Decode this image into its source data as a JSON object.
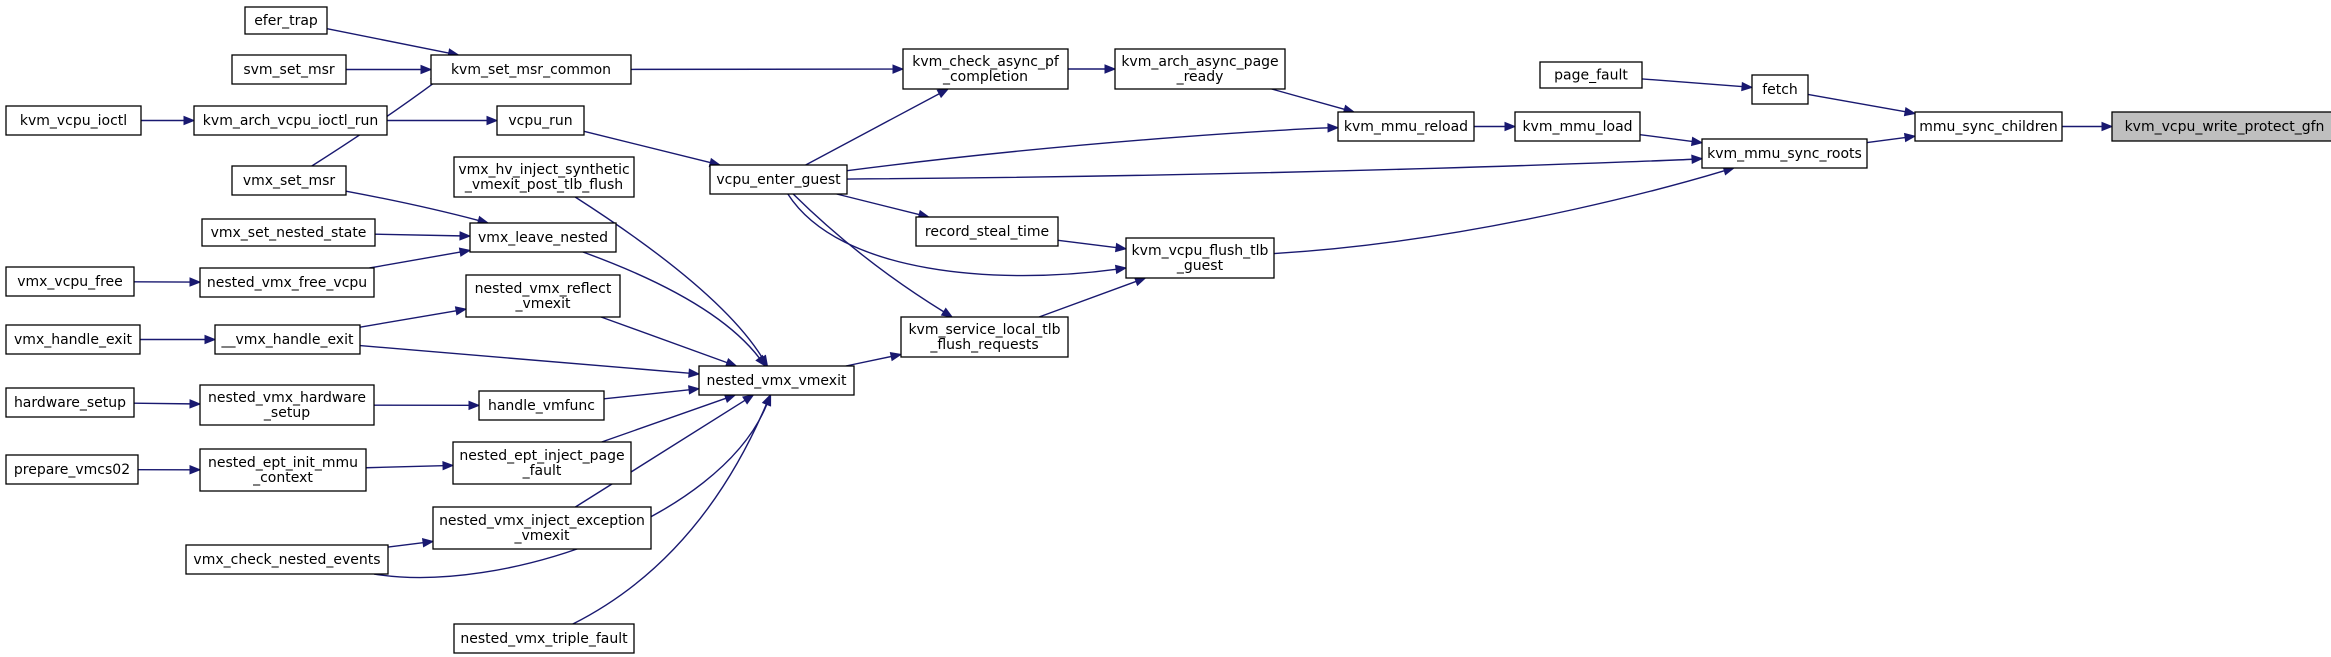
{
  "diagram": {
    "nodes": [
      {
        "id": "n0",
        "lines": [
          "kvm_vcpu_write_protect_gfn"
        ],
        "root": true
      },
      {
        "id": "n1",
        "lines": [
          "mmu_sync_children"
        ]
      },
      {
        "id": "n2",
        "lines": [
          "fetch"
        ]
      },
      {
        "id": "n3",
        "lines": [
          "page_fault"
        ]
      },
      {
        "id": "n4",
        "lines": [
          "kvm_mmu_sync_roots"
        ]
      },
      {
        "id": "n5",
        "lines": [
          "kvm_mmu_load"
        ]
      },
      {
        "id": "n6",
        "lines": [
          "kvm_mmu_reload"
        ]
      },
      {
        "id": "n7",
        "lines": [
          "kvm_arch_async_page",
          "_ready"
        ]
      },
      {
        "id": "n8",
        "lines": [
          "kvm_check_async_pf",
          "_completion"
        ]
      },
      {
        "id": "n9",
        "lines": [
          "kvm_set_msr_common"
        ]
      },
      {
        "id": "n10",
        "lines": [
          "efer_trap"
        ]
      },
      {
        "id": "n11",
        "lines": [
          "svm_set_msr"
        ]
      },
      {
        "id": "n12",
        "lines": [
          "vmx_set_msr"
        ]
      },
      {
        "id": "n13",
        "lines": [
          "vcpu_enter_guest"
        ]
      },
      {
        "id": "n14",
        "lines": [
          "vcpu_run"
        ]
      },
      {
        "id": "n15",
        "lines": [
          "kvm_arch_vcpu_ioctl_run"
        ]
      },
      {
        "id": "n16",
        "lines": [
          "kvm_vcpu_ioctl"
        ]
      },
      {
        "id": "n17",
        "lines": [
          "kvm_vcpu_flush_tlb",
          "_guest"
        ]
      },
      {
        "id": "n18",
        "lines": [
          "record_steal_time"
        ]
      },
      {
        "id": "n19",
        "lines": [
          "kvm_service_local_tlb",
          "_flush_requests"
        ]
      },
      {
        "id": "n20",
        "lines": [
          "nested_vmx_vmexit"
        ]
      },
      {
        "id": "n21",
        "lines": [
          "vmx_hv_inject_synthetic",
          "_vmexit_post_tlb_flush"
        ]
      },
      {
        "id": "n22",
        "lines": [
          "vmx_leave_nested"
        ]
      },
      {
        "id": "n23",
        "lines": [
          "vmx_set_nested_state"
        ]
      },
      {
        "id": "n24",
        "lines": [
          "nested_vmx_free_vcpu"
        ]
      },
      {
        "id": "n25",
        "lines": [
          "vmx_vcpu_free"
        ]
      },
      {
        "id": "n26",
        "lines": [
          "nested_vmx_reflect",
          "_vmexit"
        ]
      },
      {
        "id": "n27",
        "lines": [
          "__vmx_handle_exit"
        ]
      },
      {
        "id": "n28",
        "lines": [
          "vmx_handle_exit"
        ]
      },
      {
        "id": "n29",
        "lines": [
          "handle_vmfunc"
        ]
      },
      {
        "id": "n30",
        "lines": [
          "nested_vmx_hardware",
          "_setup"
        ]
      },
      {
        "id": "n31",
        "lines": [
          "hardware_setup"
        ]
      },
      {
        "id": "n32",
        "lines": [
          "nested_ept_inject_page",
          "_fault"
        ]
      },
      {
        "id": "n33",
        "lines": [
          "nested_ept_init_mmu",
          "_context"
        ]
      },
      {
        "id": "n34",
        "lines": [
          "prepare_vmcs02"
        ]
      },
      {
        "id": "n35",
        "lines": [
          "nested_vmx_inject_exception",
          "_vmexit"
        ]
      },
      {
        "id": "n36",
        "lines": [
          "vmx_check_nested_events"
        ]
      },
      {
        "id": "n37",
        "lines": [
          "nested_vmx_triple_fault"
        ]
      }
    ],
    "edges": [
      {
        "from": "n1",
        "to": "n0"
      },
      {
        "from": "n2",
        "to": "n1"
      },
      {
        "from": "n4",
        "to": "n1"
      },
      {
        "from": "n3",
        "to": "n2"
      },
      {
        "from": "n5",
        "to": "n4"
      },
      {
        "from": "n13",
        "to": "n4"
      },
      {
        "from": "n17",
        "to": "n4"
      },
      {
        "from": "n6",
        "to": "n5"
      },
      {
        "from": "n7",
        "to": "n6"
      },
      {
        "from": "n13",
        "to": "n6"
      },
      {
        "from": "n8",
        "to": "n7"
      },
      {
        "from": "n9",
        "to": "n8"
      },
      {
        "from": "n13",
        "to": "n8"
      },
      {
        "from": "n10",
        "to": "n9"
      },
      {
        "from": "n11",
        "to": "n9"
      },
      {
        "from": "n12",
        "to": "n9"
      },
      {
        "from": "n14",
        "to": "n13"
      },
      {
        "from": "n15",
        "to": "n14"
      },
      {
        "from": "n16",
        "to": "n15"
      },
      {
        "from": "n18",
        "to": "n17"
      },
      {
        "from": "n13",
        "to": "n17"
      },
      {
        "from": "n19",
        "to": "n17"
      },
      {
        "from": "n13",
        "to": "n18"
      },
      {
        "from": "n13",
        "to": "n19"
      },
      {
        "from": "n20",
        "to": "n19"
      },
      {
        "from": "n21",
        "to": "n20"
      },
      {
        "from": "n22",
        "to": "n20"
      },
      {
        "from": "n26",
        "to": "n20"
      },
      {
        "from": "n27",
        "to": "n20"
      },
      {
        "from": "n29",
        "to": "n20"
      },
      {
        "from": "n32",
        "to": "n20"
      },
      {
        "from": "n35",
        "to": "n20"
      },
      {
        "from": "n36",
        "to": "n20"
      },
      {
        "from": "n37",
        "to": "n20"
      },
      {
        "from": "n12",
        "to": "n22"
      },
      {
        "from": "n23",
        "to": "n22"
      },
      {
        "from": "n24",
        "to": "n22"
      },
      {
        "from": "n25",
        "to": "n24"
      },
      {
        "from": "n27",
        "to": "n26"
      },
      {
        "from": "n28",
        "to": "n27"
      },
      {
        "from": "n30",
        "to": "n29"
      },
      {
        "from": "n31",
        "to": "n30"
      },
      {
        "from": "n33",
        "to": "n32"
      },
      {
        "from": "n34",
        "to": "n33"
      },
      {
        "from": "n36",
        "to": "n35"
      }
    ]
  }
}
